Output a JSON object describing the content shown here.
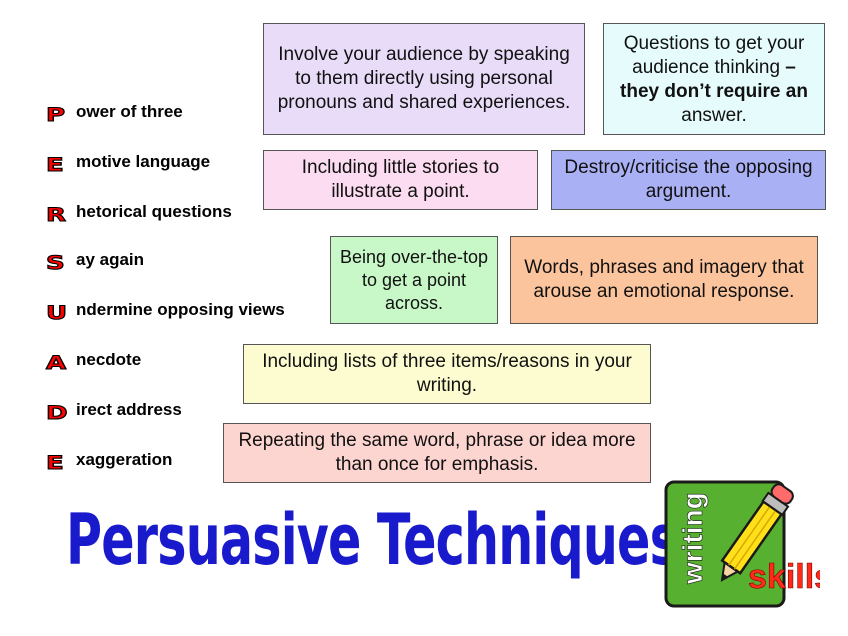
{
  "acrostic": [
    {
      "letter": "P",
      "rest": "ower of three"
    },
    {
      "letter": "E",
      "rest": "motive language"
    },
    {
      "letter": "R",
      "rest": "hetorical questions"
    },
    {
      "letter": "S",
      "rest": "ay again"
    },
    {
      "letter": "U",
      "rest": "ndermine opposing views"
    },
    {
      "letter": "A",
      "rest": "necdote"
    },
    {
      "letter": "D",
      "rest": "irect address"
    },
    {
      "letter": "E",
      "rest": "xaggeration"
    }
  ],
  "definitions": {
    "direct_address": "Involve your audience by speaking to them directly using personal pronouns and shared experiences.",
    "rhetorical_questions_part1": "Questions to get your audience thinking",
    "rhetorical_questions_dash": " –",
    "rhetorical_questions_part2": "they don’t require an",
    "rhetorical_questions_part3": "answer.",
    "anecdote": "Including little stories to illustrate a point.",
    "undermine": "Destroy/criticise the opposing argument.",
    "exaggeration": "Being over-the-top to get a point across.",
    "emotive": "Words, phrases and imagery that arouse an emotional response.",
    "power_of_three": "Including lists of three items/reasons in your writing.",
    "say_again": "Repeating the same word, phrase or idea more than once for emphasis."
  },
  "title": "Persuasive Techniques",
  "logo": {
    "word1": "writing",
    "word2": "skills"
  },
  "colors": {
    "letter_fill": "#ff0000",
    "title": "#1a1acd",
    "box_lavender": "#e8dcf8",
    "box_cyan": "#e6fcfc",
    "box_pink": "#fcdcf0",
    "box_blue": "#aab0f4",
    "box_green": "#c8f8c8",
    "box_orange": "#fcc49c",
    "box_yellow": "#fcfcd0",
    "box_rose": "#fcd4d0",
    "logo_green": "#58b030",
    "logo_red": "#ff2a1a"
  }
}
